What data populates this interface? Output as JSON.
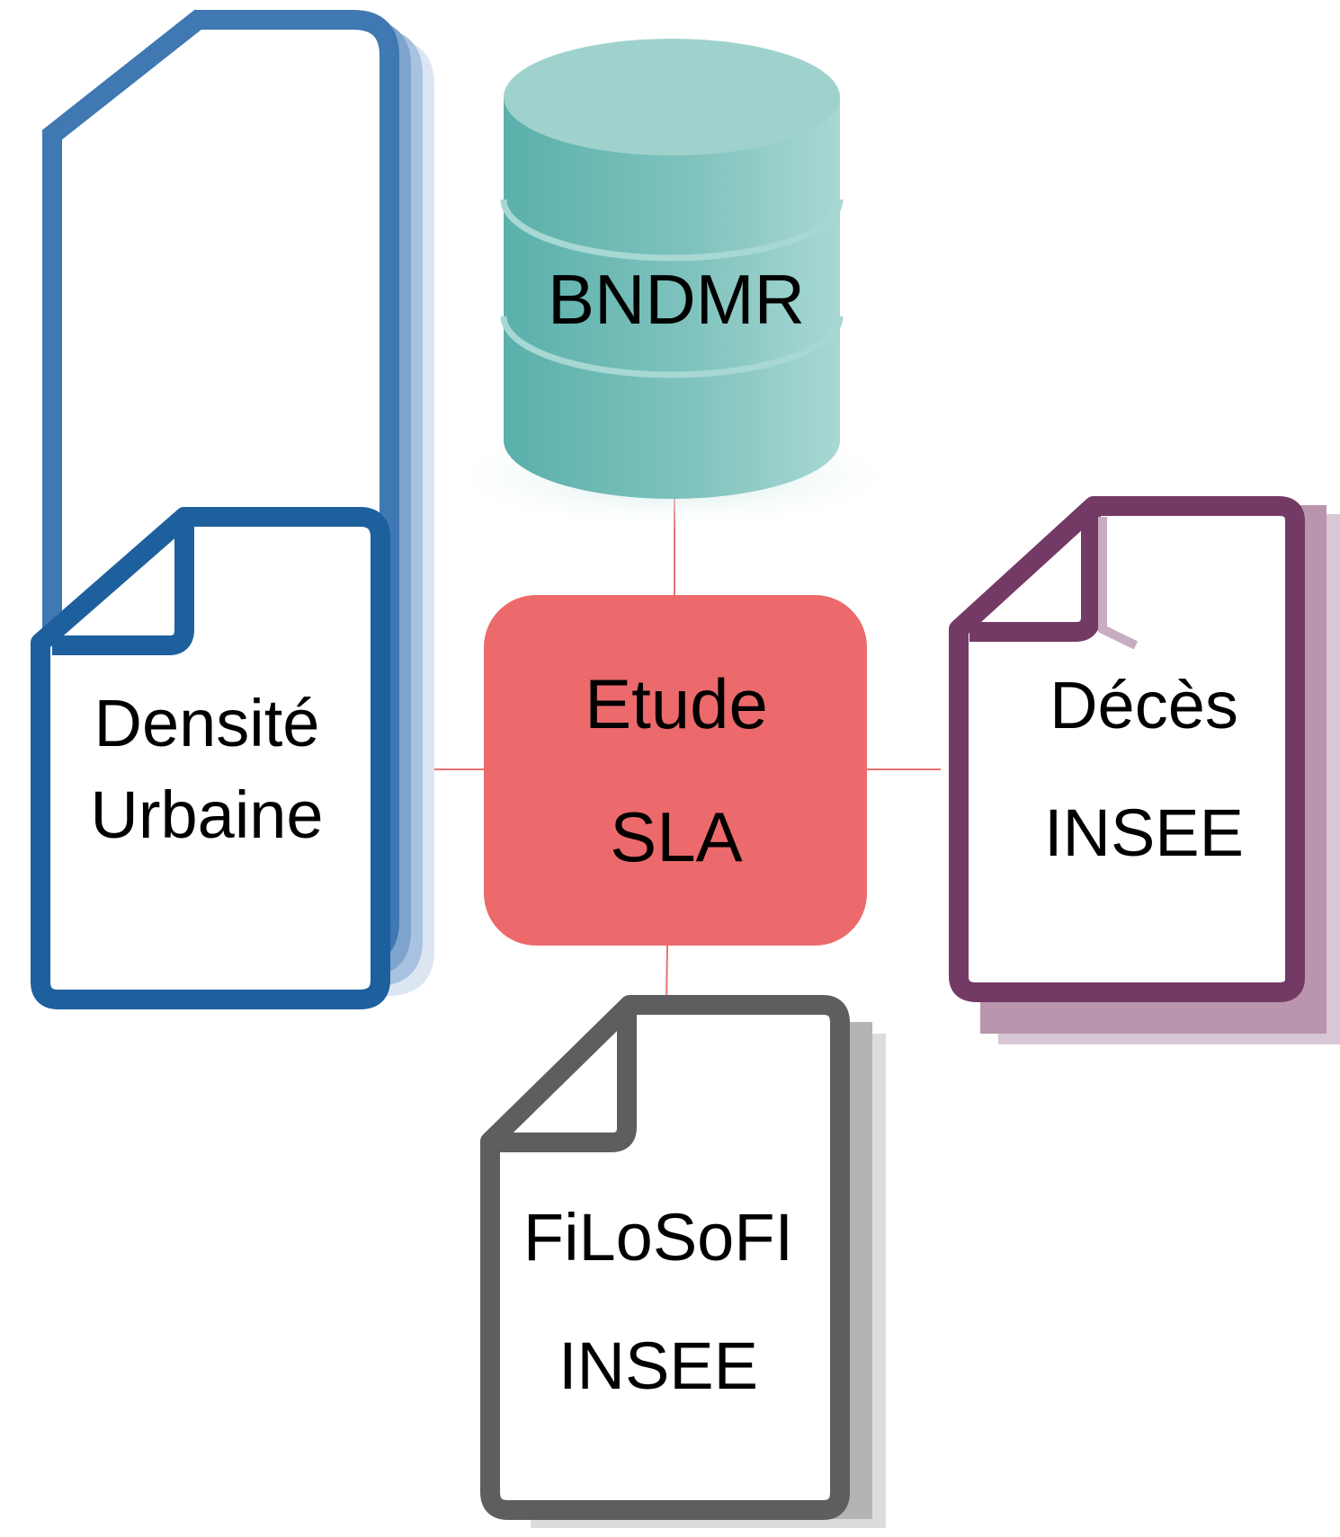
{
  "colors": {
    "connector": "#e57373",
    "database_light": "#a2d5d0",
    "database_dark": "#5fb2ad",
    "center_fill": "#ec6a6b",
    "doc_blue": "#1e5f9e",
    "doc_purple": "#733a65",
    "doc_gray": "#5e5e60"
  },
  "database": {
    "label": "BNDMR",
    "icon": "database-cylinder-icon"
  },
  "center": {
    "line1": "Etude",
    "line2": "SLA"
  },
  "documents": {
    "left": {
      "line1": "Densité",
      "line2": "Urbaine",
      "icon": "document-stack-icon"
    },
    "right": {
      "line1": "Décès",
      "line2": "INSEE",
      "icon": "document-stack-icon"
    },
    "bottom": {
      "line1": "FiLoSoFI",
      "line2": "INSEE",
      "icon": "document-stack-icon"
    }
  }
}
